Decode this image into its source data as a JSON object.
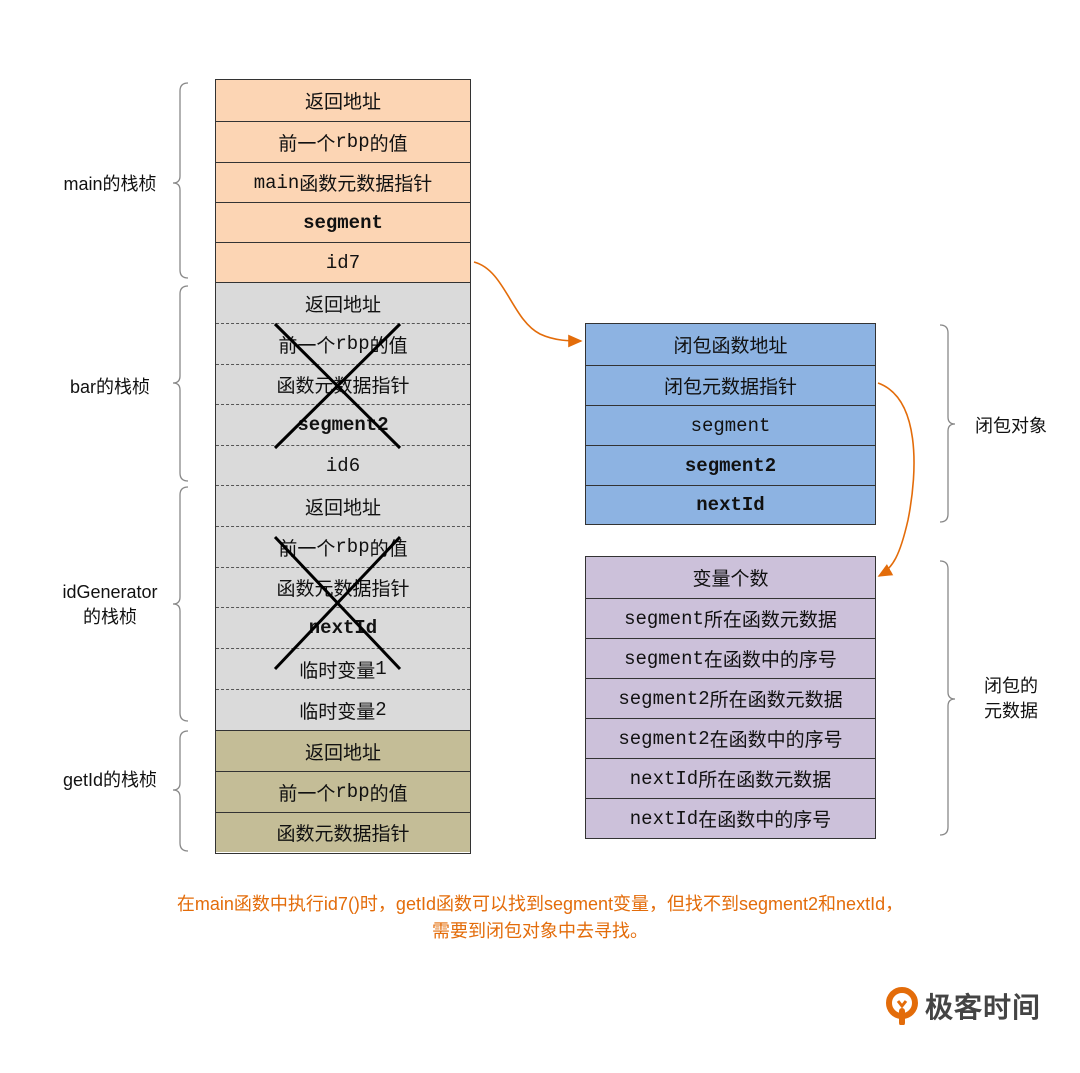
{
  "stack": {
    "main": {
      "label": "main的栈桢",
      "cells": [
        "返回地址",
        "前一个",
        "rbp",
        "的值",
        "main",
        "函数元数据指针",
        "segment",
        "id7"
      ]
    },
    "bar": {
      "label": "bar的栈桢",
      "cells": [
        "返回地址",
        "前一个",
        "rbp",
        "的值",
        "函数元数据指针",
        "segment2",
        "id6"
      ]
    },
    "idGenerator": {
      "label_line1": "idGenerator",
      "label_line2": "的栈桢",
      "cells": [
        "返回地址",
        "前一个",
        "rbp",
        "的值",
        "函数元数据指针",
        "nextId",
        "临时变量",
        "1",
        "临时变量",
        "2"
      ]
    },
    "getId": {
      "label": "getId的栈桢",
      "cells": [
        "返回地址",
        "前一个",
        "rbp",
        "的值",
        "函数元数据指针"
      ]
    }
  },
  "closure_object": {
    "label": "闭包对象",
    "cells": [
      "闭包函数地址",
      "闭包元数据指针",
      "segment",
      "segment2",
      "nextId"
    ]
  },
  "closure_metadata": {
    "label_line1": "闭包的",
    "label_line2": "元数据",
    "cells": [
      {
        "a": "",
        "b": "变量个数"
      },
      {
        "a": "segment",
        "b": "所在函数元数据"
      },
      {
        "a": "segment",
        "b": "在函数中的序号"
      },
      {
        "a": "segment2",
        "b": "所在函数元数据"
      },
      {
        "a": "segment2",
        "b": "在函数中的序号"
      },
      {
        "a": "nextId",
        "b": "所在函数元数据"
      },
      {
        "a": "nextId",
        "b": "在函数中的序号"
      }
    ]
  },
  "caption": {
    "line1": "在main函数中执行id7()时，getId函数可以找到segment变量，但找不到segment2和nextId，",
    "line2": "需要到闭包对象中去寻找。"
  },
  "logo": {
    "text": "极客时间",
    "icon": "geektime-logo-icon"
  },
  "colors": {
    "main": "#fcd5b4",
    "inactive": "#dadada",
    "getId": "#c4bd97",
    "closure_object": "#8db3e2",
    "closure_metadata": "#ccc1da",
    "arrow": "#e36c0a",
    "caption": "#e36c0a"
  }
}
